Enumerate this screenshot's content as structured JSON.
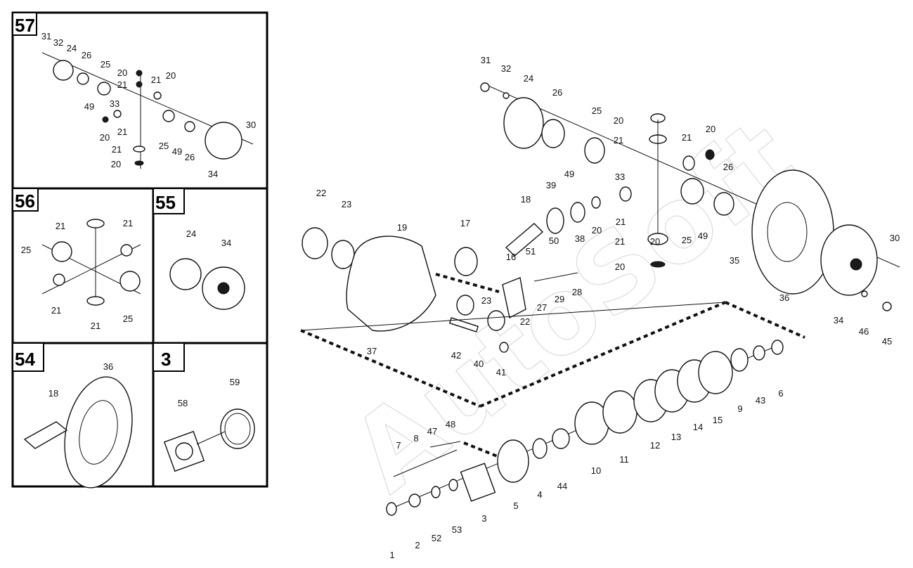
{
  "boxes": {
    "box_57": "57",
    "box_56": "56",
    "box_55": "55",
    "box_54": "54",
    "box_3": "3"
  },
  "watermark": "AutoSoft",
  "callouts": {
    "main": [
      "31",
      "32",
      "24",
      "26",
      "25",
      "20",
      "21",
      "21",
      "20",
      "33",
      "21",
      "20",
      "25",
      "49",
      "26",
      "19",
      "18",
      "39",
      "17",
      "51",
      "50",
      "16",
      "22",
      "23",
      "38",
      "20",
      "21",
      "20",
      "35",
      "30",
      "36",
      "34",
      "46",
      "45",
      "37",
      "42",
      "40",
      "41",
      "23",
      "22",
      "27",
      "29",
      "28",
      "49"
    ],
    "box57": [
      "31",
      "32",
      "24",
      "26",
      "25",
      "20",
      "21",
      "21",
      "20",
      "33",
      "49",
      "20",
      "21",
      "25",
      "49",
      "26",
      "30",
      "21",
      "20",
      "34"
    ],
    "box56": [
      "21",
      "21",
      "25",
      "21",
      "25",
      "21"
    ],
    "box55": [
      "24",
      "34"
    ],
    "box54": [
      "36",
      "18"
    ],
    "box3": [
      "58",
      "59"
    ],
    "lower": [
      "7",
      "8",
      "47",
      "48",
      "1",
      "2",
      "52",
      "53",
      "3",
      "5",
      "4",
      "44",
      "10",
      "11",
      "12",
      "13",
      "14",
      "15",
      "9",
      "43",
      "6"
    ]
  }
}
